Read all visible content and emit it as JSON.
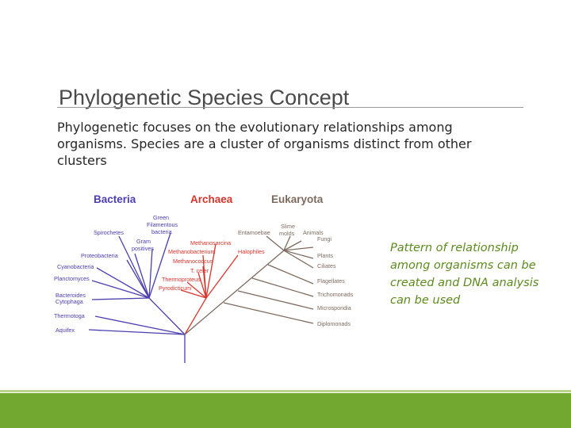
{
  "slide": {
    "title": "Phylogenetic Species Concept",
    "body": "Phylogenetic focuses on the evolutionary relationships among organisms. Species are a cluster of organisms distinct from other clusters",
    "caption": "Pattern of relationship among organisms can be created and DNA analysis can be used"
  },
  "tree": {
    "domains": {
      "bacteria": "Bacteria",
      "archaea": "Archaea",
      "eukaryota": "Eukaryota"
    },
    "bacteria_labels": {
      "green_filamentous": [
        "Green",
        "Filamentous",
        "bacteria"
      ],
      "spirochetes": "Spirochetes",
      "gram_positives": [
        "Gram",
        "positives"
      ],
      "proteobacteria": "Proteobacteria",
      "cyanobacteria": "Cyanobacteria",
      "planctomyces": "Planctomyces",
      "bacteroides": [
        "Bacteroides",
        "Cytophaga"
      ],
      "thermotoga": "Thermotoga",
      "aquifex": "Aquifex"
    },
    "archaea_labels": {
      "methanosarcina": "Methanosarcina",
      "methanobacterium": "Methanobacterium",
      "halophiles": "Halophiles",
      "methanococcus": "Methanococcus",
      "t_celer": "T. celer",
      "thermoproteus": "Thermoproteus",
      "pyrodicticum": "Pyrodicticum"
    },
    "eukaryota_labels": {
      "entamoebae": "Entamoebae",
      "slime_molds": [
        "Slime",
        "molds"
      ],
      "animals": "Animals",
      "fungi": "Fungi",
      "plants": "Plants",
      "ciliates": "Ciliates",
      "flagellates": "Flagellates",
      "trichomonads": "Trichomonads",
      "microsporidia": "Microsporidia",
      "diplomonads": "Diplomonads"
    },
    "colors": {
      "bacteria": "#4b3fb0",
      "archaea": "#d9342b",
      "eukaryota": "#7d6a5e"
    }
  },
  "theme": {
    "accent": "#72a830",
    "caption_color": "#5c8a1e"
  }
}
